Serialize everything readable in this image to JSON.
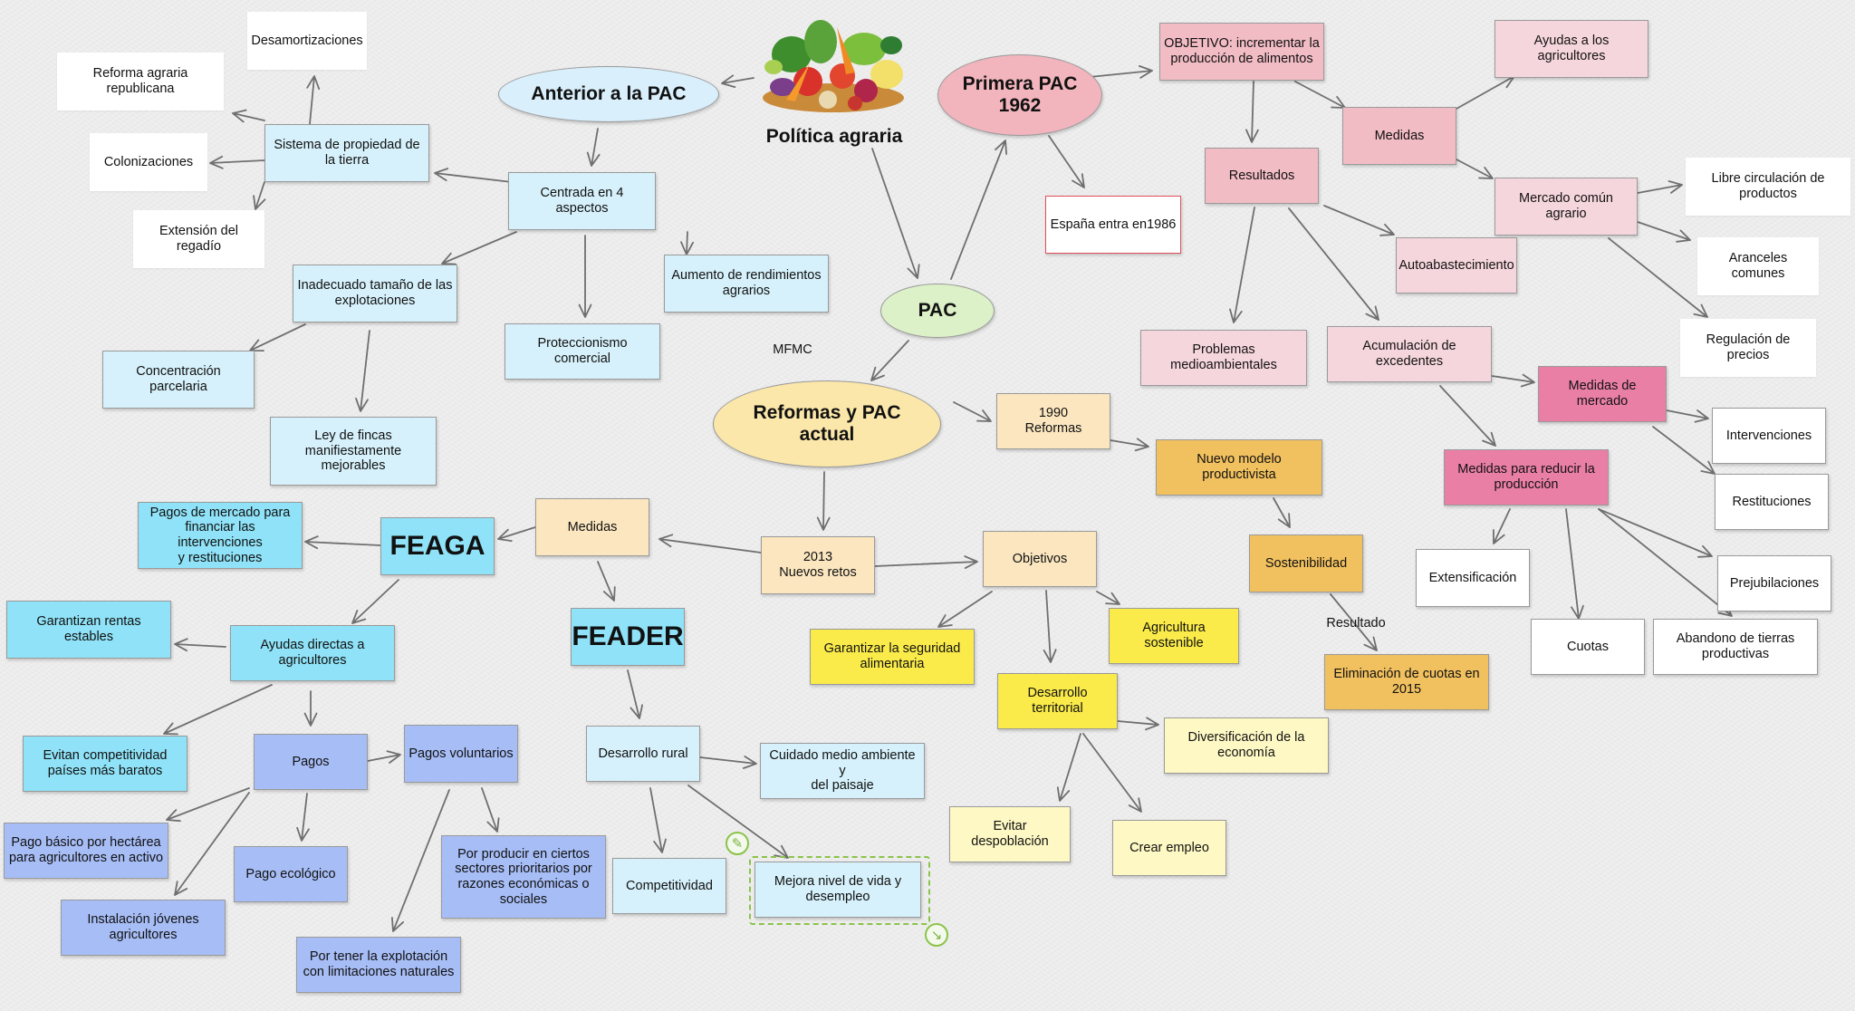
{
  "map": {
    "politica_agraria": "Política agraria",
    "pac": "PAC",
    "anterior_pac": "Anterior a la PAC",
    "primera_pac": "Primera PAC\n1962",
    "reformas_pac": "Reformas y PAC\nactual",
    "mfmc": "MFMC",
    "desamortizaciones": "Desamortizaciones",
    "reforma_republicana": "Reforma agraria\nrepublicana",
    "colonizaciones": "Colonizaciones",
    "extension_regadio": "Extensión del regadío",
    "sistema_propiedad": "Sistema de propiedad de\nla tierra",
    "centrada_4": "Centrada en 4  aspectos",
    "inadecuado_tamano": "Inadecuado tamaño de las\nexplotaciones",
    "aumento_rendimientos": "Aumento de rendimientos\nagrarios",
    "proteccionismo": "Proteccionismo comercial",
    "concentracion": "Concentración parcelaria",
    "ley_fincas": "Ley de fincas\nmanifiestamente\nmejorables",
    "objetivo_pac": "OBJETIVO: incrementar la\nproducción de alimentos",
    "ayudas_agricultores": "Ayudas a los agricultores",
    "medidas_top": "Medidas",
    "resultados": "Resultados",
    "espana_1986": "España entra en1986",
    "mercado_comun": "Mercado común agrario",
    "libre_circulacion": "Libre circulación de\nproductos",
    "autoabastecimiento": "Autoabastecimiento",
    "aranceles": "Aranceles comunes",
    "problemas_medio": "Problemas\nmedioambientales",
    "acumulacion": "Acumulación de\nexcedentes",
    "regulacion_precios": "Regulación de precios",
    "medidas_mercado": "Medidas de mercado",
    "intervenciones": "Intervenciones",
    "restituciones": "Restituciones",
    "medidas_reducir": "Medidas para reducir la\nproducción",
    "extensificacion": "Extensificación",
    "cuotas": "Cuotas",
    "abandono": "Abandono de tierras\nproductivas",
    "prejubilaciones": "Prejubilaciones",
    "reformas_1990": "1990\nReformas",
    "nuevo_modelo": "Nuevo modelo\nproductivista",
    "sostenibilidad": "Sostenibilidad",
    "resultado": "Resultado",
    "eliminacion_cuotas": "Eliminación de cuotas en\n2015",
    "nuevos_retos": "2013\nNuevos retos",
    "objetivos": "Objetivos",
    "medidas_feaga": "Medidas",
    "feaga": "FEAGA",
    "pagos_mercado": "Pagos de mercado para\nfinanciar las intervenciones\ny restituciones",
    "feader": "FEADER",
    "garantizan_rentas": "Garantizan rentas estables",
    "ayudas_directas": "Ayudas directas a\nagricultores",
    "evitan_competitividad": "Evitan competitividad\npaíses más baratos",
    "pagos": "Pagos",
    "pagos_voluntarios": "Pagos voluntarios",
    "pago_basico": "Pago básico por hectárea\npara agricultores en activo",
    "pago_ecologico": "Pago ecológico",
    "instalacion_jovenes": "Instalación jóvenes\nagricultores",
    "por_producir": "Por producir en ciertos\nsectores prioritarios por\nrazones económicas o\nsociales",
    "por_tener": "Por tener la explotación\ncon limitaciones naturales",
    "desarrollo_rural": "Desarrollo rural",
    "cuidado_medio": "Cuidado medio ambiente y\ndel paisaje",
    "competitividad": "Competitividad",
    "mejora_nivel": "Mejora nivel de vida y\ndesempleo",
    "garantizar_seguridad": "Garantizar la seguridad\nalimentaria",
    "agricultura_sostenible": "Agricultura sostenible",
    "desarrollo_territorial": "Desarrollo territorial",
    "diversificacion": "Diversificación de la\neconomía",
    "evitar_despoblacion": "Evitar despoblación",
    "crear_empleo": "Crear empleo"
  },
  "colors": {
    "light_blue": "#d6f1fb",
    "cyan": "#8fe2f7",
    "periwinkle": "#a7bdf6",
    "pink_light": "#f6d6dd",
    "pink_mid": "#f2bcc5",
    "pink_hot": "#ea7fa6",
    "peach": "#fbe6bf",
    "orange": "#f2c15f",
    "yellow": "#faeb4a",
    "cream": "#fef9c4",
    "oval_blue": "#d9effb",
    "oval_pink": "#f2b5bd",
    "oval_green": "#dcf1c8",
    "oval_yellow": "#fbe7a9",
    "arrow": "#6f6f6f",
    "selection": "#8bc34a"
  },
  "icons": {
    "vegetables": "vegetables-illustration",
    "edit": "edit-icon",
    "resize": "resize-handle-icon"
  }
}
